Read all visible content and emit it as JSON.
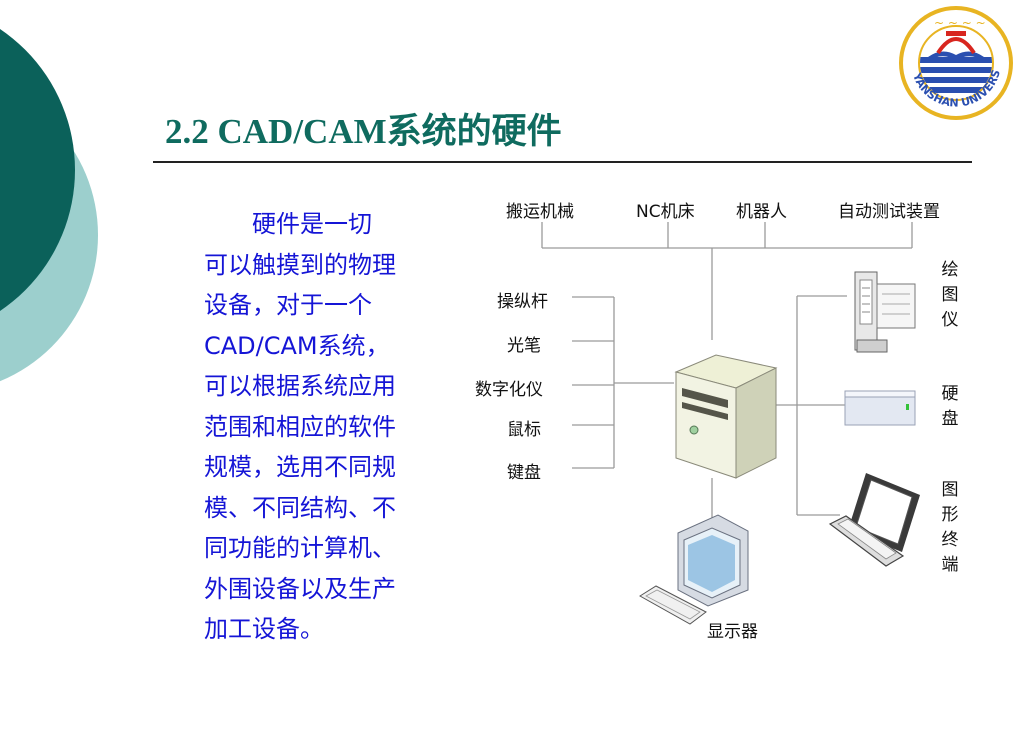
{
  "slide": {
    "title": "2.2  CAD/CAM系统的硬件",
    "body_lines": [
      "　　硬件是一切",
      "可以触摸到的物理",
      "设备，对于一个",
      "CAD/CAM系统，",
      "可以根据系统应用",
      "范围和相应的软件",
      "规模，选用不同规",
      "模、不同结构、不",
      "同功能的计算机、",
      "外围设备以及生产",
      "加工设备。"
    ]
  },
  "logo": {
    "text": "YANSHAN UNIVERSITY",
    "colors": {
      "ring": "#e8b422",
      "blue": "#2a4fb0",
      "red": "#d8261f"
    }
  },
  "diagram": {
    "top_devices": [
      "搬运机械",
      "NC机床",
      "机器人",
      "自动测试装置"
    ],
    "input_devices": [
      "操纵杆",
      "光笔",
      "数字化仪",
      "鼠标",
      "键盘"
    ],
    "output_devices": [
      "绘图仪",
      "硬盘",
      "图形终端"
    ],
    "display": "显示器"
  },
  "colors": {
    "title": "#0f6b5f",
    "body_text": "#1515d6",
    "deco_dark": "#0b615a",
    "deco_light": "#9ccfcd"
  }
}
